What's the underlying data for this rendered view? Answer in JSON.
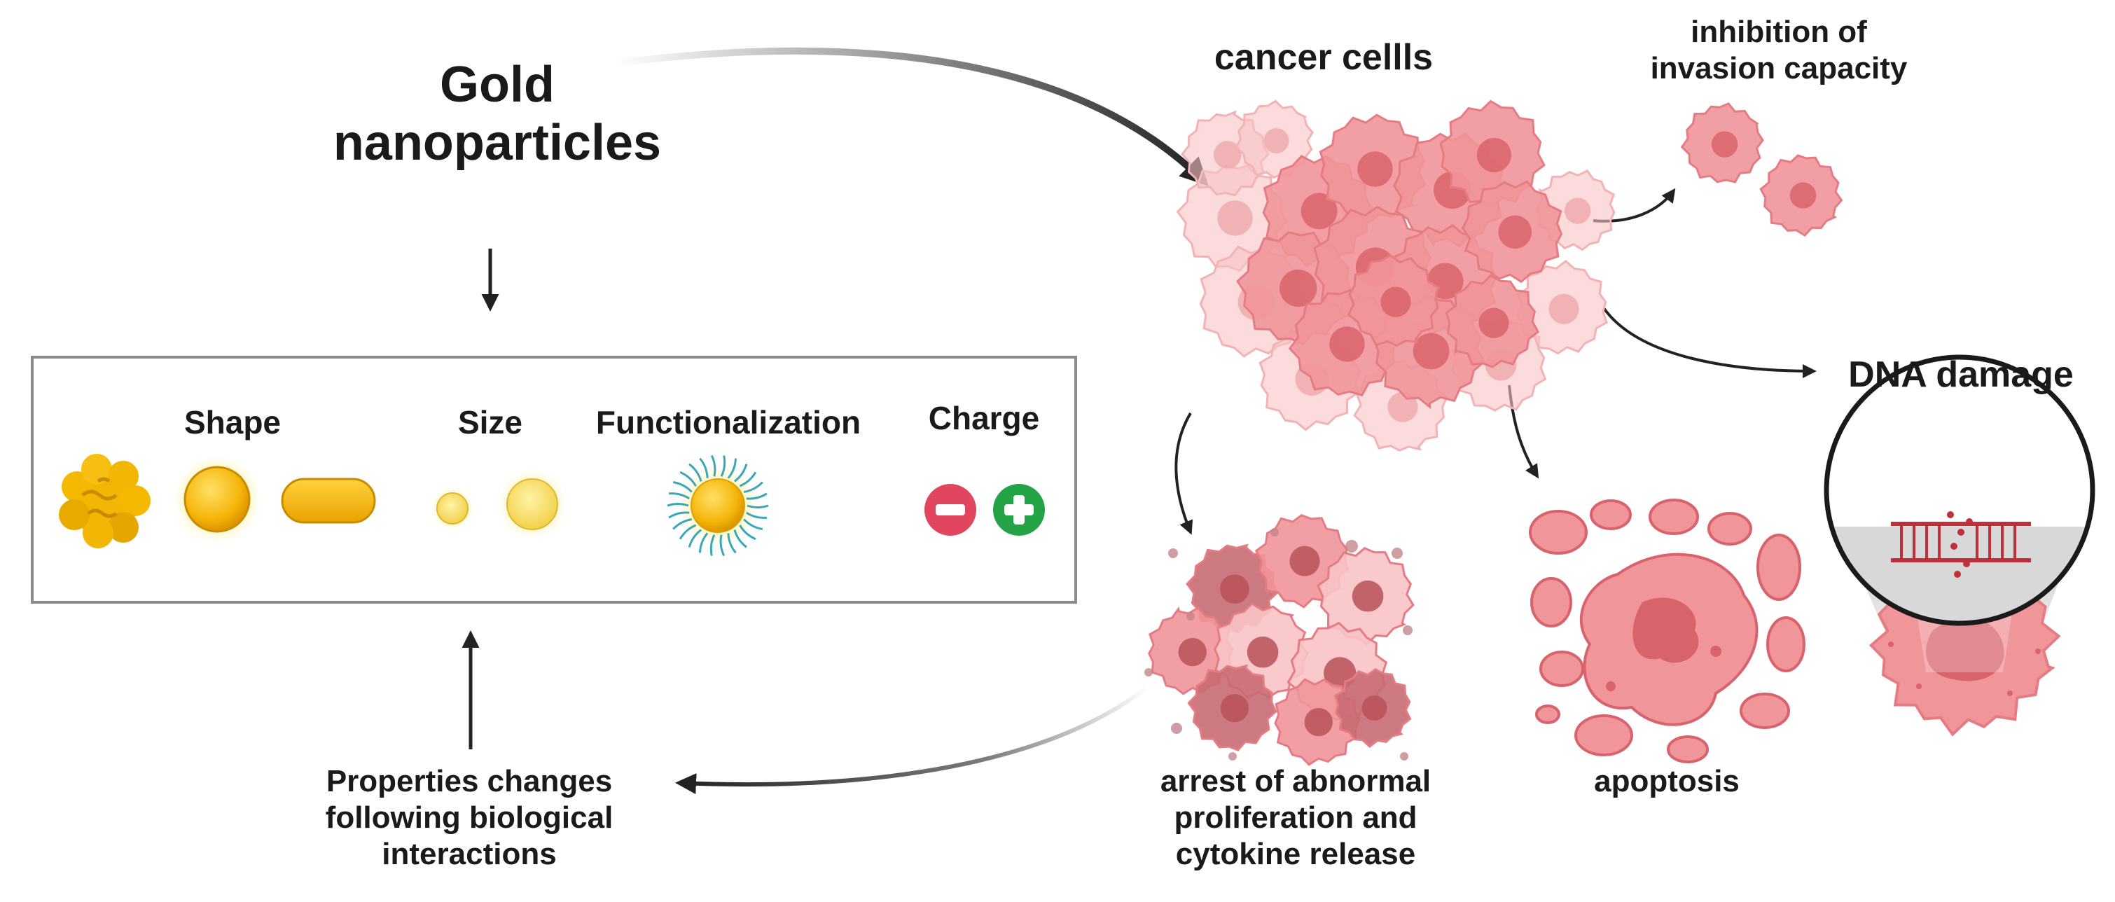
{
  "diagram": {
    "title_line1": "Gold",
    "title_line2": "nanoparticles",
    "properties": {
      "shape": "Shape",
      "size": "Size",
      "functionalization": "Functionalization",
      "charge": "Charge"
    },
    "cancer_cells": "cancer cellls",
    "inhibition_line1": "inhibition of",
    "inhibition_line2": "invasion capacity",
    "dna_damage": "DNA damage",
    "arrest_line1": "arrest of abnormal",
    "arrest_line2": "proliferation and",
    "arrest_line3": "cytokine release",
    "apoptosis": "apoptosis",
    "changes_line1": "Properties changes",
    "changes_line2": "following biological",
    "changes_line3": "interactions",
    "charge_symbols": {
      "negative": "−",
      "positive": "+"
    }
  },
  "colors": {
    "gold": "#f2b705",
    "gold_light": "#fde58a",
    "cell_fill": "#f0959a",
    "cell_light": "#f8c3c5",
    "nucleus": "#d9636c",
    "dark_cell": "#c86a73",
    "negative": "#e2465f",
    "positive": "#24a346",
    "dna": "#c0303b",
    "box_border": "#8a8a8a"
  }
}
